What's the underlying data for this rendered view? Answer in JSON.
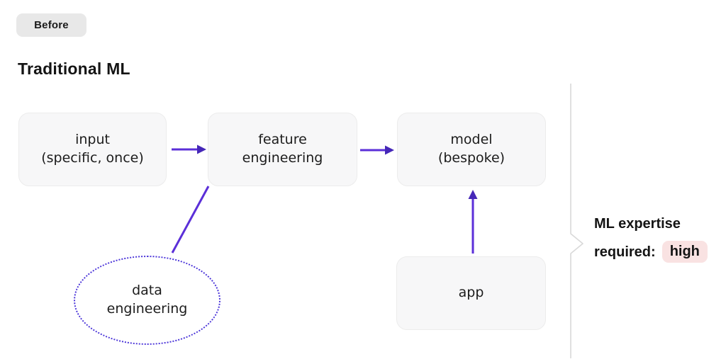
{
  "badge": {
    "label": "Before"
  },
  "title": "Traditional ML",
  "diagram": {
    "nodes": [
      {
        "id": "input",
        "label": "input\n(specific, once)",
        "shape": "rounded-rect"
      },
      {
        "id": "feature-engineering",
        "label": "feature\nengineering",
        "shape": "rounded-rect"
      },
      {
        "id": "model",
        "label": "model\n(bespoke)",
        "shape": "rounded-rect"
      },
      {
        "id": "app",
        "label": "app",
        "shape": "rounded-rect"
      },
      {
        "id": "data-engineering",
        "label": "data\nengineering",
        "shape": "dotted-ellipse"
      }
    ],
    "edges": [
      {
        "from": "input",
        "to": "feature-engineering",
        "style": "arrow"
      },
      {
        "from": "feature-engineering",
        "to": "model",
        "style": "arrow"
      },
      {
        "from": "app",
        "to": "model",
        "style": "arrow"
      },
      {
        "from": "data-engineering",
        "to": "feature-engineering",
        "style": "plain-line"
      }
    ]
  },
  "annotation": {
    "line1": "ML expertise",
    "line2": "required:",
    "value": "high"
  },
  "colors": {
    "arrow": "#5b2fd8",
    "ellipse_border": "#4c36d9",
    "node_bg": "#f7f7f8",
    "node_border": "#ececec",
    "badge_bg": "#e8e8e8",
    "value_badge_bg": "#f9e2e2",
    "bracket": "#d9d9d9"
  }
}
